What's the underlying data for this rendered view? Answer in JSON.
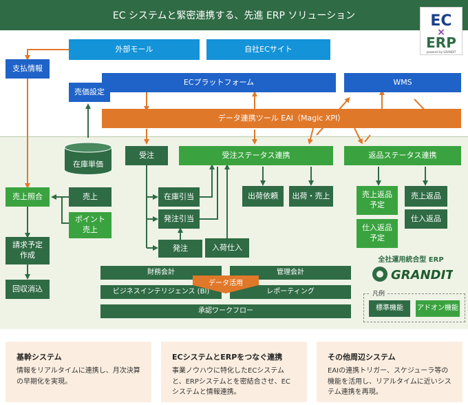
{
  "title": "EC システムと緊密連携する、先進 ERP ソリューション",
  "logo": {
    "line1": "EC",
    "cross": "×",
    "line2": "ERP",
    "sub": "powered by GRANDIT"
  },
  "nodes": {
    "external_mall": "外部モール",
    "own_ec_site": "自社ECサイト",
    "payment_info": "支払情報",
    "ec_platform": "ECプラットフォーム",
    "wms": "WMS",
    "price_setting": "売価設定",
    "eai_tool": "データ連携ツール EAI（Magic XPI）",
    "inventory_price": "在庫単価",
    "order": "受注",
    "order_status": "受注ステータス連携",
    "return_status": "返品ステータス連携",
    "sales_match": "売上照合",
    "sales": "売上",
    "point_sales": "ポイント\n売上",
    "stock_alloc": "在庫引当",
    "order_alloc": "発注引当",
    "shipping_request": "出荷依頼",
    "shipping_sales": "出荷・売上",
    "sales_return_plan": "売上返品\n予定",
    "sales_return": "売上返品",
    "purchase_return_plan": "仕入返品\n予定",
    "purchase_return": "仕入返品",
    "billing_plan": "請求予定\n作成",
    "collection": "回収消込",
    "purchase_order": "発注",
    "receiving": "入荷仕入",
    "financial_acct": "財務会計",
    "management_acct": "管理会計",
    "data_use": "データ活用",
    "bi": "ビジネスインテリジェンス (BI)",
    "reporting": "レポーティング",
    "workflow": "承認ワークフロー"
  },
  "erp": {
    "title": "全社運用統合型 ERP",
    "brand": "GRANDIT"
  },
  "legend": {
    "label": "凡例",
    "standard": "標準機能",
    "addon": "アドオン機能"
  },
  "info": [
    {
      "title": "基幹システム",
      "body": "情報をリアルタイムに連携し、月次決算の早期化を実現。"
    },
    {
      "title": "ECシステムとERPをつなぐ連携",
      "body": "事業ノウハウに特化したECシステムと、ERPシステムとを密結合させ、ECシステムと情報連携。"
    },
    {
      "title": "その他周辺システム",
      "body": "EAIの連携トリガー、スケジューラ等の機能を活用し、リアルタイムに近いシステム連携を再現。"
    }
  ],
  "colors": {
    "dark_green": "#2f6b44",
    "light_green": "#3aa33f",
    "light_blue": "#1493d8",
    "dark_blue": "#1f62c8",
    "orange": "#e0782a",
    "panel": "#eef3e6",
    "info_bg": "#fbeee0"
  }
}
